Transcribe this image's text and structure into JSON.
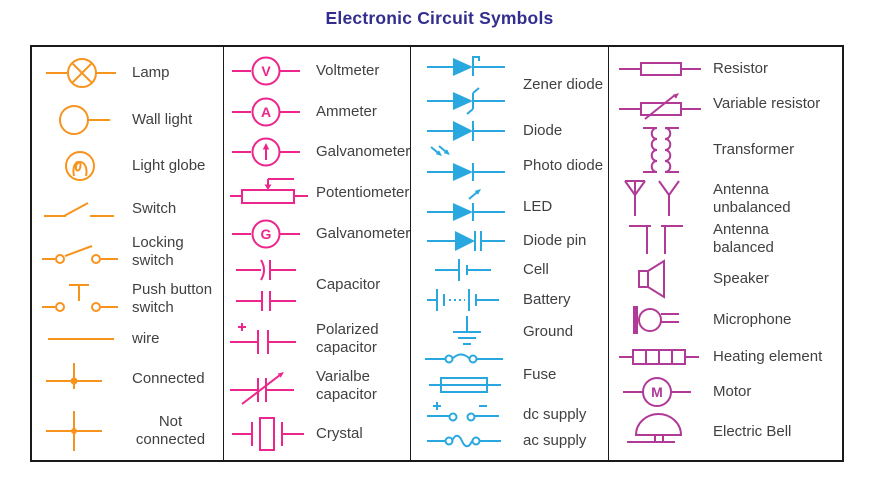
{
  "title": "Electronic Circuit Symbols",
  "colors": {
    "title": "#332E8E",
    "label": "#414042",
    "border": "#1A1A1A",
    "orange": "#F7941D",
    "pink": "#EC268C",
    "blue": "#29A8E0",
    "magenta": "#B13A97"
  },
  "columns": [
    {
      "name": "lighting-and-switches",
      "color_key": "orange",
      "items": [
        {
          "icon": "lamp-icon",
          "label": "Lamp"
        },
        {
          "icon": "wall-light-icon",
          "label": "Wall light"
        },
        {
          "icon": "light-globe-icon",
          "label": "Light globe"
        },
        {
          "icon": "switch-icon",
          "label": "Switch"
        },
        {
          "icon": "locking-switch-icon",
          "label": "Locking switch"
        },
        {
          "icon": "push-button-switch-icon",
          "label": "Push button\nswitch"
        },
        {
          "icon": "wire-icon",
          "label": "wire"
        },
        {
          "icon": "connected-icon",
          "label": "Connected"
        },
        {
          "icon": "not-connected-icon",
          "label": "Not\nconnected",
          "center": true
        }
      ]
    },
    {
      "name": "meters-and-capacitors",
      "color_key": "pink",
      "items": [
        {
          "icon": "voltmeter-icon",
          "label": "Voltmeter"
        },
        {
          "icon": "ammeter-icon",
          "label": "Ammeter"
        },
        {
          "icon": "galvanometer-arrow-icon",
          "label": "Galvanometer"
        },
        {
          "icon": "potentiometer-icon",
          "label": "Potentiometer"
        },
        {
          "icon": "galvanometer-g-icon",
          "label": "Galvanometer"
        },
        {
          "icon": "capacitor-icon",
          "label": "Capacitor"
        },
        {
          "icon": "polarized-capacitor-icon",
          "label": "Polarized\ncapacitor"
        },
        {
          "icon": "variable-capacitor-icon",
          "label": "Varialbe\ncapacitor"
        },
        {
          "icon": "crystal-icon",
          "label": "Crystal"
        }
      ]
    },
    {
      "name": "diodes-and-power",
      "color_key": "blue",
      "items": [
        {
          "icon": "zener-diode-icon",
          "label": "Zener diode"
        },
        {
          "icon": "diode-icon",
          "label": "Diode"
        },
        {
          "icon": "photo-diode-icon",
          "label": "Photo diode"
        },
        {
          "icon": "led-icon",
          "label": "LED"
        },
        {
          "icon": "diode-pin-icon",
          "label": "Diode pin"
        },
        {
          "icon": "cell-icon",
          "label": "Cell"
        },
        {
          "icon": "battery-icon",
          "label": "Battery"
        },
        {
          "icon": "ground-icon",
          "label": "Ground"
        },
        {
          "icon": "fuse-icon",
          "label": "Fuse"
        },
        {
          "icon": "dc-supply-icon",
          "label": "dc supply"
        },
        {
          "icon": "ac-supply-icon",
          "label": "ac supply"
        }
      ]
    },
    {
      "name": "passive-and-output-devices",
      "color_key": "magenta",
      "items": [
        {
          "icon": "resistor-icon",
          "label": "Resistor"
        },
        {
          "icon": "variable-resistor-icon",
          "label": "Variable resistor"
        },
        {
          "icon": "transformer-icon",
          "label": "Transformer"
        },
        {
          "icon": "antenna-unbalanced-icon",
          "label": "Antenna\nunbalanced"
        },
        {
          "icon": "antenna-balanced-icon",
          "label": "Antenna\nbalanced"
        },
        {
          "icon": "speaker-icon",
          "label": "Speaker"
        },
        {
          "icon": "microphone-icon",
          "label": "Microphone"
        },
        {
          "icon": "heating-element-icon",
          "label": "Heating element"
        },
        {
          "icon": "motor-icon",
          "label": "Motor"
        },
        {
          "icon": "electric-bell-icon",
          "label": "Electric Bell"
        }
      ]
    }
  ]
}
